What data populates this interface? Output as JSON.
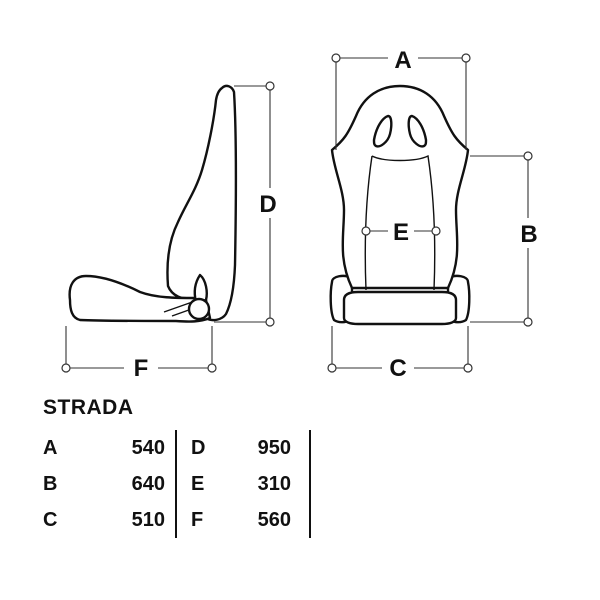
{
  "diagram": {
    "dimension_labels": {
      "a": "A",
      "b": "B",
      "c": "C",
      "d": "D",
      "e": "E",
      "f": "F"
    }
  },
  "spec": {
    "model": "STRADA",
    "rows": [
      {
        "left_key": "A",
        "left_value": "540",
        "right_key": "D",
        "right_value": "950"
      },
      {
        "left_key": "B",
        "left_value": "640",
        "right_key": "E",
        "right_value": "310"
      },
      {
        "left_key": "C",
        "left_value": "510",
        "right_key": "F",
        "right_value": "560"
      }
    ]
  }
}
